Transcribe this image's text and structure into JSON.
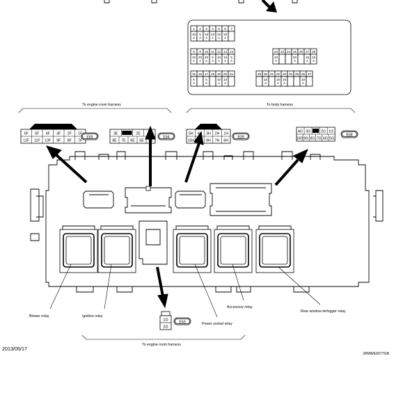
{
  "fuse_table": {
    "row1": {
      "nums": [
        "1",
        "2",
        "3",
        "4",
        "5",
        "6",
        "7"
      ],
      "amps": [
        "10\nA",
        "5\nA",
        "15\nA",
        "15\nA",
        "15\nA",
        "10\nA",
        ""
      ]
    },
    "row2": {
      "nums": [
        "8",
        "9",
        "10",
        "11",
        "12",
        "13",
        "14",
        "22",
        "23",
        "24",
        "25",
        "26",
        "27",
        "28"
      ],
      "amps": [
        "10\nA",
        "20\nA",
        "20\nA",
        "5\nA",
        "10\nA",
        "10\nA",
        "5\nA",
        "10\nA",
        "",
        "",
        "20\nA",
        "",
        "15\nA",
        "15\nA"
      ]
    },
    "row3": {
      "nums": [
        "15",
        "16",
        "17",
        "18",
        "19",
        "20",
        "21",
        "29",
        "30",
        "31",
        "32",
        "33",
        "34",
        "35",
        "36",
        "37"
      ],
      "amps": [
        "5\nA",
        "",
        "5\nA",
        "",
        "10\nA",
        "10\nA",
        "",
        "",
        "15\nA",
        "",
        "15\nA",
        "15\nA",
        "",
        "",
        "10\nA",
        ""
      ]
    }
  },
  "harness_labels": {
    "engine_room_top": "To engine room harness",
    "body": "To body harness",
    "engine_room_bottom": "To engine room harness"
  },
  "connectors": {
    "e65": {
      "code": "E65",
      "top": [
        "6F",
        "5F",
        "4F",
        "3F",
        "2F",
        "1F"
      ],
      "bottom": [
        "12F",
        "11F",
        "10F",
        "9F",
        "8F",
        "7F"
      ]
    },
    "e64": {
      "code": "E64",
      "top": [
        "3E",
        "",
        "2E",
        "1E"
      ],
      "bottom": [
        "8E",
        "7E",
        "6E",
        "5E",
        "4E"
      ]
    },
    "b39": {
      "code": "B39",
      "top": [
        "5H",
        "4H",
        "3H",
        "2H",
        "1H"
      ],
      "bottom": [
        "10H",
        "9H",
        "8H",
        "7H",
        "6H"
      ]
    },
    "b38": {
      "code": "B38",
      "top": [
        "4G",
        "3G",
        "",
        "2G",
        "1G"
      ],
      "bottom": [
        "10G",
        "9G",
        "8G",
        "7G",
        "6G",
        "5G"
      ]
    },
    "e63": {
      "code": "E63",
      "top": "1D",
      "bottom": "2D"
    }
  },
  "relay_labels": {
    "blower": "Blower relay",
    "ignition": "Ignition relay",
    "power_socket": "Power socket relay",
    "accessory": "Accessory relay",
    "rear_defogger": "Rear window defogger relay"
  },
  "footer": {
    "date": "2013/05/17",
    "code": "JRMWE0077GB"
  }
}
